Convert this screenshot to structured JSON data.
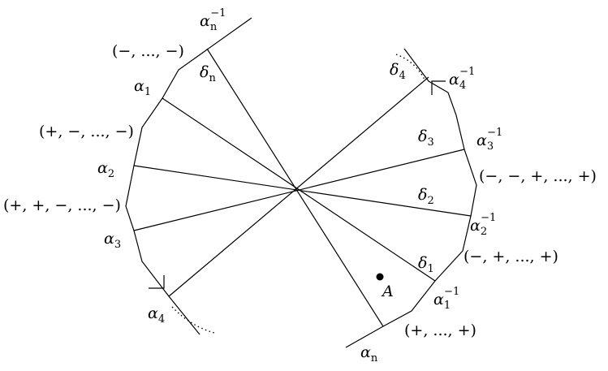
{
  "labels": {
    "alpha_n_inv": {
      "sym": "α",
      "sub": "n",
      "sup": "−1"
    },
    "delta_n": {
      "sym": "δ",
      "sub": "n"
    },
    "alpha_1": {
      "sym": "α",
      "sub": "1"
    },
    "alpha_2": {
      "sym": "α",
      "sub": "2"
    },
    "alpha_3": {
      "sym": "α",
      "sub": "3"
    },
    "alpha_4": {
      "sym": "α",
      "sub": "4"
    },
    "delta_4": {
      "sym": "δ",
      "sub": "4"
    },
    "alpha_4_inv": {
      "sym": "α",
      "sub": "4",
      "sup": "−1"
    },
    "delta_3": {
      "sym": "δ",
      "sub": "3"
    },
    "alpha_3_inv": {
      "sym": "α",
      "sub": "3",
      "sup": "−1"
    },
    "delta_2": {
      "sym": "δ",
      "sub": "2"
    },
    "alpha_2_inv": {
      "sym": "α",
      "sub": "2",
      "sup": "−1"
    },
    "delta_1": {
      "sym": "δ",
      "sub": "1"
    },
    "alpha_1_inv": {
      "sym": "α",
      "sub": "1",
      "sup": "−1"
    },
    "alpha_n": {
      "sym": "α",
      "sub": "n"
    },
    "point_A": {
      "sym": "A"
    }
  },
  "sign_vectors": {
    "top_left": "(−, ..., −)",
    "left_1": "(+, −, ..., −)",
    "left_2": "(+, +, −, ..., −)",
    "right_1": "(−, −, +, ..., +)",
    "right_2": "(−, +, ..., +)",
    "bottom": "(+, ..., +)"
  }
}
